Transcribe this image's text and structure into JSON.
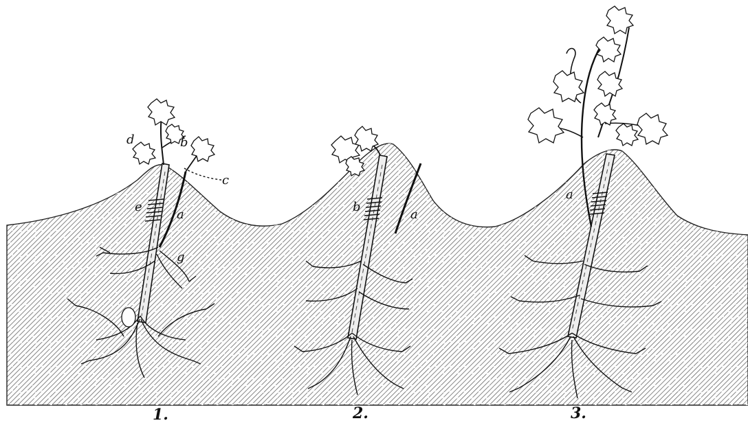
{
  "figure": {
    "panels": [
      {
        "caption": "1.",
        "labels": [
          "d",
          "b",
          "c",
          "e",
          "a",
          "g"
        ]
      },
      {
        "caption": "2.",
        "labels": [
          "b",
          "a"
        ]
      },
      {
        "caption": "3.",
        "labels": [
          "a"
        ]
      }
    ]
  },
  "colors": {
    "ink": "#111111",
    "soil_hatch": "#555555",
    "paper": "#ffffff"
  }
}
